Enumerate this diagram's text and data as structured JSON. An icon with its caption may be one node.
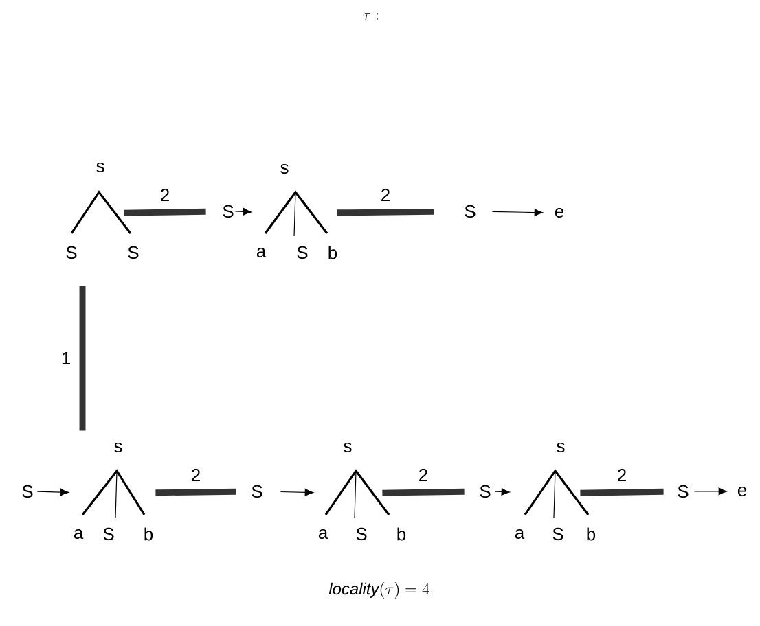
{
  "diagram": {
    "title": "\\tau :",
    "caption": "\\mathit{locality}(\\tau) = 4",
    "nodes": [
      {
        "text": [
          "s",
          "S",
          "S"
        ]
      },
      {
        "text": [
          "S"
        ]
      },
      {
        "text": [
          "s",
          "a",
          "S",
          "b"
        ]
      },
      {
        "text": [
          "S"
        ]
      },
      {
        "text": [
          "e"
        ]
      },
      {
        "text": [
          "S"
        ]
      },
      {
        "text": [
          "s",
          "a",
          "S",
          "b"
        ]
      },
      {
        "text": [
          "S"
        ]
      },
      {
        "text": [
          "s",
          "a",
          "S",
          "b"
        ]
      },
      {
        "text": [
          "S"
        ]
      },
      {
        "text": [
          "s",
          "a",
          "S",
          "b"
        ]
      },
      {
        "text": [
          "S"
        ]
      },
      {
        "text": [
          "e"
        ]
      }
    ],
    "edges": [
      {
        "from": 0,
        "to": 1,
        "arrow": "none",
        "style": "thick",
        "label": "2"
      },
      {
        "from": 1,
        "to": 2,
        "arrow": "to"
      },
      {
        "from": 2,
        "to": 3,
        "arrow": "none",
        "style": "thick",
        "label": "2"
      },
      {
        "from": 3,
        "to": 4,
        "arrow": "to"
      },
      {
        "from": 0,
        "to": 6,
        "arrow": "none",
        "style": "thick",
        "label": "1"
      },
      {
        "from": 5,
        "to": 6,
        "arrow": "to"
      },
      {
        "from": 6,
        "to": 7,
        "arrow": "none",
        "style": "thick",
        "label": "2"
      },
      {
        "from": 7,
        "to": 8,
        "arrow": "to"
      },
      {
        "from": 8,
        "to": 9,
        "arrow": "none",
        "style": "thick",
        "label": "2"
      },
      {
        "from": 9,
        "to": 10,
        "arrow": "to"
      },
      {
        "from": 10,
        "to": 11,
        "arrow": "none",
        "style": "thick",
        "label": "2"
      },
      {
        "from": 11,
        "to": 12,
        "arrow": "to"
      }
    ]
  }
}
